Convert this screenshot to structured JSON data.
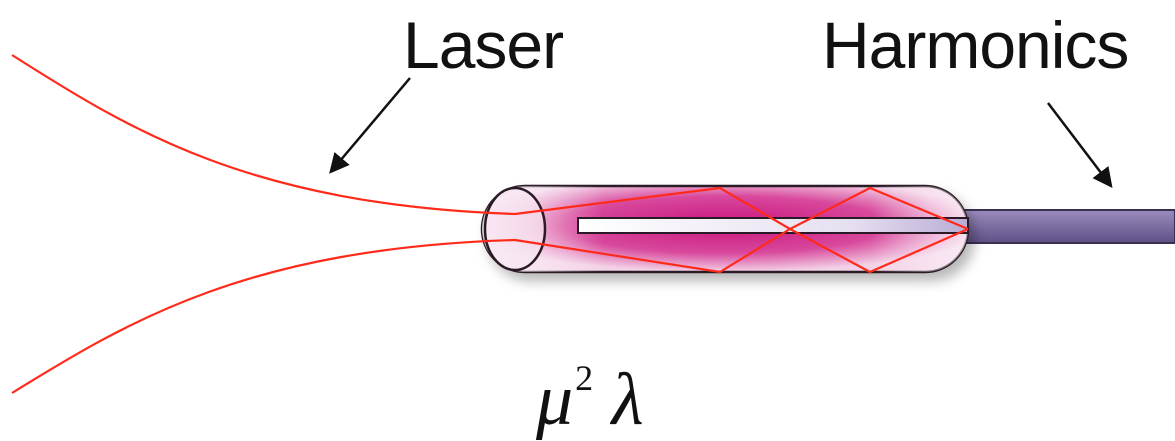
{
  "labels": {
    "laser": "Laser",
    "harmonics": "Harmonics"
  },
  "formula": {
    "base": "μ",
    "superscript": "2",
    "trailing": "λ"
  },
  "colors": {
    "laser_beam": "#ff2a1a",
    "plasma_core": "#c8167e",
    "plasma_edge": "#f3d2e7",
    "harmonic_beam": "#7a6a9e",
    "arrow": "#111111"
  }
}
